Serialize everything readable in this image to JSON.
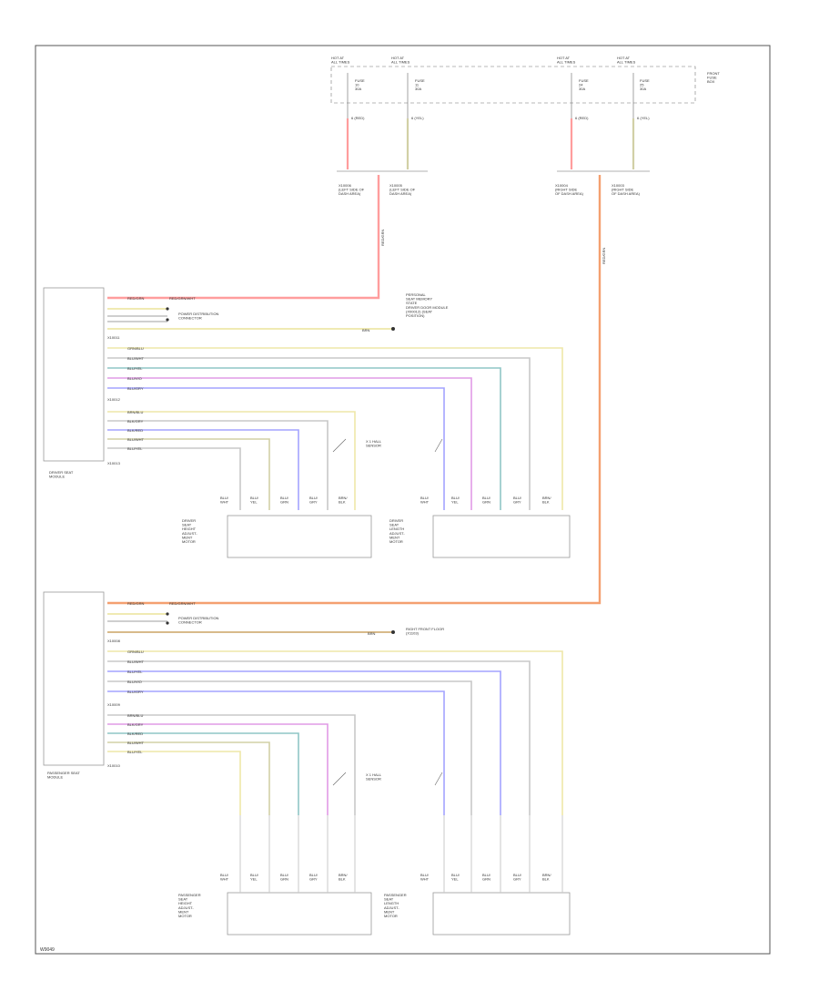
{
  "diagram": {
    "footer_code": "W9049",
    "fuse_box": {
      "label": "FRONT\nFUSE\nBOX",
      "fuses": [
        {
          "hot": "HOT AT\nALL TIMES",
          "name": "FUSE\n10\n30A",
          "wire": "6 (RED)"
        },
        {
          "hot": "HOT AT\nALL TIMES",
          "name": "FUSE\n11\n30A",
          "wire": "6 (YEL)"
        },
        {
          "hot": "HOT AT\nALL TIMES",
          "name": "FUSE\n24\n30A",
          "wire": "6 (RED)"
        },
        {
          "hot": "HOT AT\nALL TIMES",
          "name": "FUSE\n25\n30A",
          "wire": "6 (YEL)"
        }
      ]
    },
    "junctions": [
      {
        "labels": [
          "X10006\n(LEFT SIDE OF\nDASH AREA)",
          "X10005\n(LEFT SIDE OF\nDASH AREA)"
        ],
        "wire": "RED/GRN"
      },
      {
        "labels": [
          "X10004\n(RIGHT SIDE\nOF DASH AREA)",
          "X10003\n(RIGHT SIDE\nOF DASH AREA)"
        ],
        "wire": "RED/GRN"
      }
    ],
    "driver_module": {
      "label": "DRIVER SEAT\nMODULE",
      "power": "RED/GRN",
      "power_right": "RED/GRN/WHT",
      "ground_label": "POWER DISTRIBUTION\nCONNECTOR",
      "signal_wire": "BRN",
      "signal_note": "PERSONAL\nSEAT MEMORY\nSTATE\nDRIVER DOOR MODULE\n(X00012) (SEAT\nPOSITION)",
      "connectors": [
        "X10011",
        "X10012",
        "X10013"
      ],
      "wire_rows_a": [
        "GRN/BLU",
        "BLU/WHT",
        "BLU/YEL",
        "BLU/VIO",
        "BLU/GRY"
      ],
      "wire_rows_b": [
        "BRN/BLU",
        "BLK/GRY",
        "BLK/RED",
        "BLU/WHT",
        "BLU/YEL"
      ],
      "motor_label_1": "DRIVER\nSEAT\nHEIGHT\nADJUST-\nMENT\nMOTOR",
      "motor_label_2": "DRIVER\nSEAT\nLENGTH\nADJUST-\nMENT\nMOTOR",
      "hall_label": "X 1 HALL\nSENSOR"
    },
    "passenger_module": {
      "label": "PASSENGER SEAT\nMODULE",
      "power": "RED/GRN",
      "power_right": "RED/GRN/WHT",
      "ground_label": "POWER DISTRIBUTION\nCONNECTOR",
      "signal_wire": "BRN",
      "signal_note": "RIGHT FRONT FLOOR\n(X1103)",
      "connectors": [
        "X10008",
        "X10009",
        "X10010"
      ],
      "motor_label_1": "PASSENGER\nSEAT\nHEIGHT\nADJUST-\nMENT\nMOTOR",
      "motor_label_2": "PASSENGER\nSEAT\nLENGTH\nADJUST-\nMENT\nMOTOR",
      "hall_label": "X 1 HALL\nSENSOR"
    },
    "motor_pins": [
      "BLU/\nWHT",
      "BLU/\nYEL",
      "BLU/\nGRN",
      "BLU/\nGRY",
      "BRN/\nBLK"
    ],
    "colors": {
      "red": "#ff9d9d",
      "orange": "#f4a070",
      "yellow": "#eee7a8",
      "violet": "#e19be6",
      "blue": "#a4a4ff",
      "teal": "#8fc6c6",
      "olive": "#d2d0a6",
      "gray": "#c8c8c8",
      "brown": "#d2b07a"
    }
  }
}
